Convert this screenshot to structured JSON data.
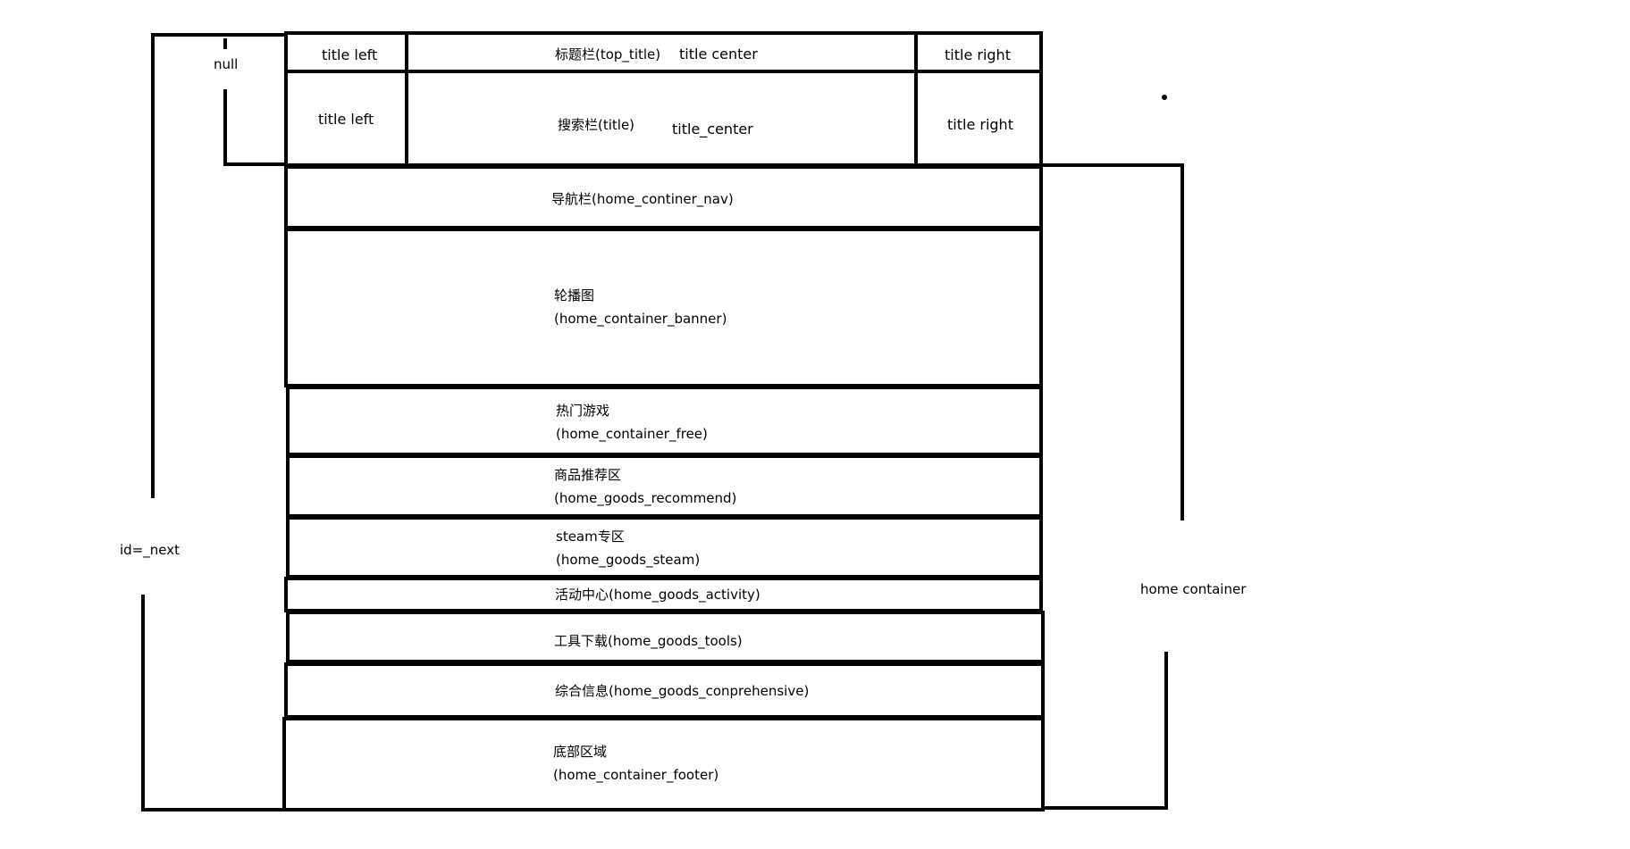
{
  "top_title": {
    "left": "title  left",
    "center_name": "标题栏(top_title)",
    "center": "title  center",
    "right": "title  right"
  },
  "title_bar": {
    "left": "title  left",
    "center_name": "搜索栏(title)",
    "center": "title_center",
    "right": "title  right"
  },
  "side_labels": {
    "null": "null",
    "next": "id=_next",
    "home_container": "home  container"
  },
  "sections": [
    {
      "line1": "导航栏(home_continer_nav)",
      "line2": ""
    },
    {
      "line1": "轮播图",
      "line2": "(home_container_banner)"
    },
    {
      "line1": "热门游戏",
      "line2": "(home_container_free)"
    },
    {
      "line1": "商品推荐区",
      "line2": "(home_goods_recommend)"
    },
    {
      "line1": "steam专区",
      "line2": "(home_goods_steam)"
    },
    {
      "line1": "活动中心(home_goods_activity)",
      "line2": ""
    },
    {
      "line1": "工具下载(home_goods_tools)",
      "line2": ""
    },
    {
      "line1": "综合信息(home_goods_conprehensive)",
      "line2": ""
    },
    {
      "line1": "底部区域",
      "line2": "(home_container_footer)"
    }
  ]
}
